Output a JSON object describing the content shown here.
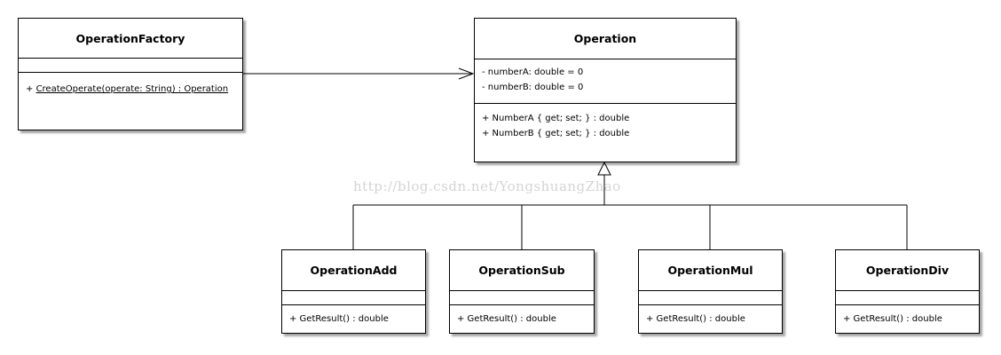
{
  "classes": {
    "factory": {
      "name": "OperationFactory",
      "attributes": [],
      "operations": [
        "+ CreateOperate(operate: String) : Operation"
      ]
    },
    "operation": {
      "name": "Operation",
      "attributes": [
        "- numberA: double = 0",
        "- numberB: double = 0"
      ],
      "operations": [
        "+ NumberA { get; set; } : double",
        "+ NumberB { get; set; } : double"
      ]
    },
    "add": {
      "name": "OperationAdd",
      "operations": [
        "+ GetResult() : double"
      ]
    },
    "sub": {
      "name": "OperationSub",
      "operations": [
        "+ GetResult() : double"
      ]
    },
    "mul": {
      "name": "OperationMul",
      "operations": [
        "+ GetResult() : double"
      ]
    },
    "div": {
      "name": "OperationDiv",
      "operations": [
        "+ GetResult() : double"
      ]
    }
  },
  "watermark": "http://blog.csdn.net/YongshuangZhao",
  "colors": {
    "line": "#000000",
    "background": "#ffffff",
    "watermark": "#d4d4d4"
  }
}
